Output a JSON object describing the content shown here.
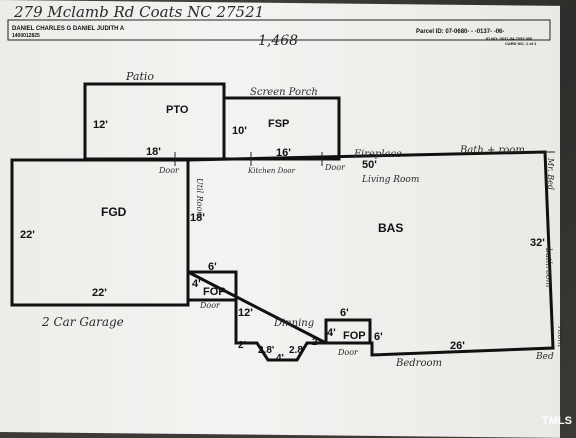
{
  "header": {
    "handwritten_address": "279 Mclamb Rd Coats NC 27521",
    "owner_names": "DANIEL CHARLES G   DANIEL JUDITH A",
    "owner_id": "1400012825",
    "parcel_id": "Parcel ID: 07-0680- - -0137- -06-",
    "id_no": "ID NO: 0631-54-7053.000",
    "card_no": "CARD NO. 1 of 1",
    "total_sqft": "1,468"
  },
  "rooms": {
    "pto": {
      "code": "PTO",
      "label": "Patio",
      "dim_side": "12'",
      "dim_bottom": "18'"
    },
    "fsp": {
      "code": "FSP",
      "label": "Screen Porch",
      "dim_side": "10'",
      "dim_bottom": "16'"
    },
    "fgd": {
      "code": "FGD",
      "label": "2 Car Garage",
      "dim_side": "22'",
      "dim_bottom": "22'"
    },
    "bas": {
      "code": "BAS",
      "dim_top": "50'",
      "dim_right": "32'",
      "dim_bottom": "26'",
      "dim_left": "18'",
      "dim_mid": "12'"
    },
    "fop1": {
      "code": "FOP",
      "dim_top": "6'",
      "dim_left": "4'"
    },
    "fop2": {
      "code": "FOP",
      "dim_top": "6'",
      "dim_left": "4'",
      "dim_right": "6'"
    },
    "bay": {
      "d1": "2'",
      "d2": "2.8'",
      "d3": "4'",
      "d4": "2.8'",
      "d5": "2'"
    }
  },
  "annotations": {
    "door1": "Door",
    "kitchen_door": "Kitchen Door",
    "door2": "Door",
    "fireplace": "Fireplace",
    "bath_room": "Bath + room",
    "mr_bed": "Mr. Bed",
    "living_room": "Living Room",
    "utility_room": "Util Room",
    "door3": "Door",
    "dinning": "Dinning",
    "door4": "Door",
    "bedroom": "Bedroom",
    "bed": "Bed",
    "bathroom": "bathroom",
    "room": "room"
  },
  "watermark": "TMLS"
}
